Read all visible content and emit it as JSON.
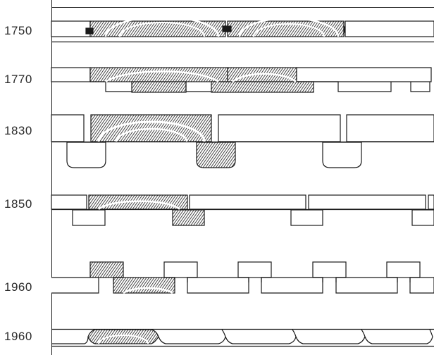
{
  "rows": [
    {
      "year": "1750",
      "profile": "tongue-and-groove boards with spline joints"
    },
    {
      "year": "1770",
      "profile": "boards over interlocking battens"
    },
    {
      "year": "1830",
      "profile": "wide boards over round-edged battens"
    },
    {
      "year": "1850",
      "profile": "boards over narrow flat battens"
    },
    {
      "year": "1960",
      "profile": "rebated boards with raised caps"
    },
    {
      "year": "1960",
      "profile": "thin shiplap cladding"
    }
  ],
  "colors": {
    "line": "#1a1a1a",
    "background": "#ffffff",
    "grain": "#1a1a1a"
  }
}
